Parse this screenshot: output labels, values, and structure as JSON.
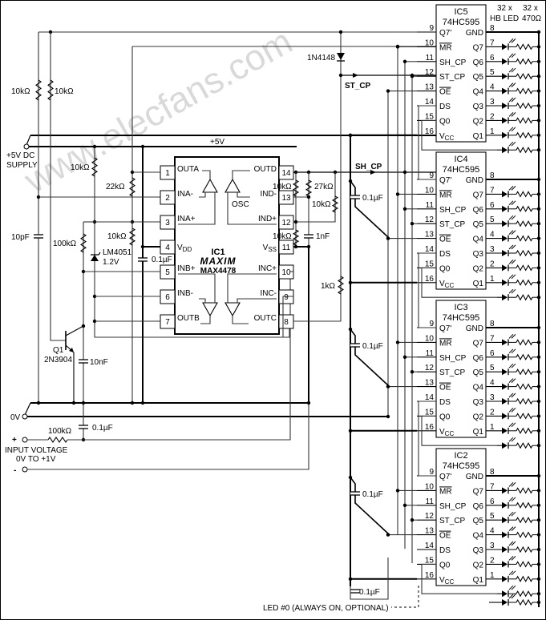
{
  "watermark": "www.elecfans.com",
  "power": {
    "supply_label_1": "+5V DC",
    "supply_label_2": "SUPPLY",
    "rail_5v": "+5V",
    "ground": "0V"
  },
  "input": {
    "plus": "+",
    "minus": "-",
    "label_1": "INPUT VOLTAGE",
    "label_2": "0V TO +1V"
  },
  "components": {
    "r_top_a": "10kΩ",
    "r_top_b": "10kΩ",
    "c_10pf": "10pF",
    "r_ref": "10kΩ",
    "r_22k": "22kΩ",
    "r_10k_ina": "10kΩ",
    "r_100k_q": "100kΩ",
    "zener": "LM4051",
    "zener_v": "1.2V",
    "c_vdd": "0.1µF",
    "q1": "Q1",
    "q1_part": "2N3904",
    "c_10nf": "10nF",
    "r_in": "100kΩ",
    "c_in": "0.1µF",
    "r_osc_a": "10kΩ",
    "r_27k": "27kΩ",
    "r_osc_b": "10kΩ",
    "r_osc_c": "10kΩ",
    "c_1nf": "1nF",
    "r_1k": "1kΩ",
    "diode": "1N4148",
    "c_ic4": "0.1µF",
    "c_ic3": "0.1µF",
    "c_ic2": "0.1µF",
    "c_bottom": "0.1µF"
  },
  "signals": {
    "st_cp": "ST_CP",
    "sh_cp": "SH_CP"
  },
  "ic1": {
    "name": "IC1",
    "brand": "MAXIM",
    "part": "MAX4478",
    "osc": "OSC",
    "left_pins": [
      {
        "num": "1",
        "label": "OUTA"
      },
      {
        "num": "2",
        "label": "INA-"
      },
      {
        "num": "3",
        "label": "INA+"
      },
      {
        "num": "4",
        "label": "V",
        "sub": "DD"
      },
      {
        "num": "5",
        "label": "INB+"
      },
      {
        "num": "6",
        "label": "INB-"
      },
      {
        "num": "7",
        "label": "OUTB"
      }
    ],
    "right_pins": [
      {
        "num": "14",
        "label": "OUTD"
      },
      {
        "num": "13",
        "label": "IND-"
      },
      {
        "num": "12",
        "label": "IND+"
      },
      {
        "num": "11",
        "label": "V",
        "sub": "SS"
      },
      {
        "num": "10",
        "label": "INC+"
      },
      {
        "num": "9",
        "label": "INC-"
      },
      {
        "num": "8",
        "label": "OUTC"
      }
    ]
  },
  "shift_registers": [
    {
      "name": "IC5",
      "part": "74HC595"
    },
    {
      "name": "IC4",
      "part": "74HC595"
    },
    {
      "name": "IC3",
      "part": "74HC595"
    },
    {
      "name": "IC2",
      "part": "74HC595"
    }
  ],
  "sr_left_pins": [
    {
      "num": "9",
      "label": "Q7'"
    },
    {
      "num": "10",
      "label": "MR",
      "overline": true
    },
    {
      "num": "11",
      "label": "SH_CP"
    },
    {
      "num": "12",
      "label": "ST_CP"
    },
    {
      "num": "13",
      "label": "OE",
      "overline": true
    },
    {
      "num": "14",
      "label": "DS"
    },
    {
      "num": "15",
      "label": "Q0"
    },
    {
      "num": "16",
      "label": "V",
      "sub": "CC"
    }
  ],
  "sr_right_pins": [
    {
      "num": "8",
      "label": "GND"
    },
    {
      "num": "7",
      "label": "Q7"
    },
    {
      "num": "6",
      "label": "Q6"
    },
    {
      "num": "5",
      "label": "Q5"
    },
    {
      "num": "4",
      "label": "Q4"
    },
    {
      "num": "3",
      "label": "Q3"
    },
    {
      "num": "2",
      "label": "Q2"
    },
    {
      "num": "1",
      "label": "Q1"
    }
  ],
  "led_header": {
    "led_count": "32 x",
    "led_type": "HB LED",
    "res_count": "32 x",
    "res_value": "470Ω"
  },
  "led0_note": "LED #0 (ALWAYS ON, OPTIONAL)"
}
